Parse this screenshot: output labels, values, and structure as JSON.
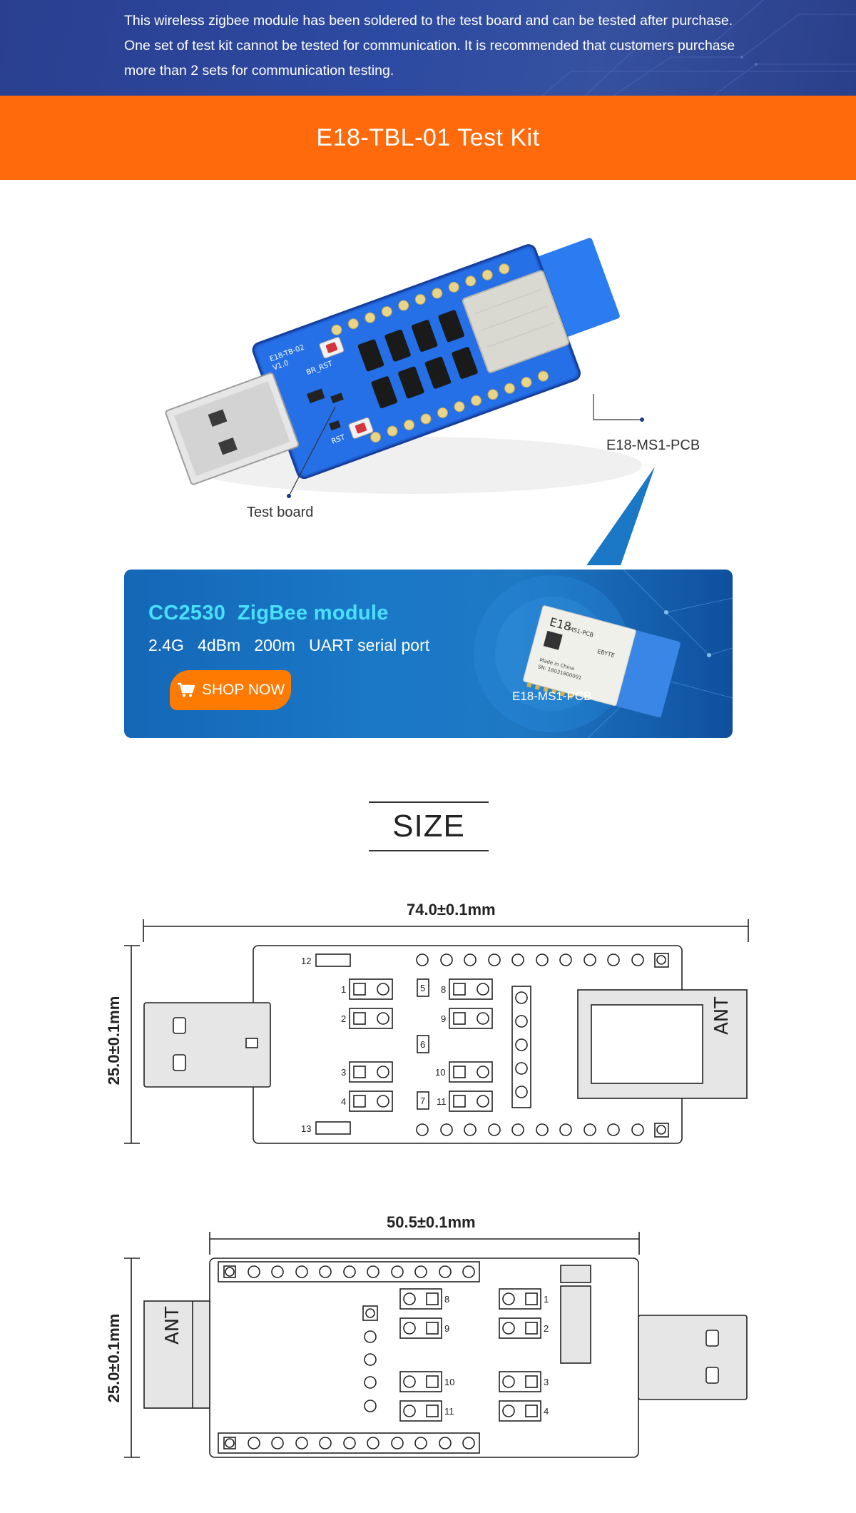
{
  "notice": {
    "text": "This wireless zigbee module has been soldered to the test board and can be tested after purchase. One set of test kit cannot be tested for communication. It is recommended that customers purchase more than 2 sets for communication testing."
  },
  "title_bar": {
    "title": "E18-TBL-01 Test Kit"
  },
  "product": {
    "callout_module": "E18-MS1-PCB",
    "callout_board": "Test board",
    "pcb_silk": {
      "board": "E18-TB-02",
      "version": "V1.0",
      "rst": "RST",
      "br_rst": "BR_RST"
    }
  },
  "banner": {
    "title": "CC2530  ZigBee module",
    "subtitle": "2.4G   4dBm   200m   UART serial port",
    "shop_label": "SHOP NOW",
    "module_label": "E18-MS1-PCB",
    "module_silk": {
      "model": "E18",
      "sub": "MS1-PCB",
      "brand": "EBYTE",
      "line1": "Made in China",
      "line2": "SN: 18031800001"
    }
  },
  "size_section": {
    "heading": "SIZE"
  },
  "drawing_top": {
    "width_label": "74.0±0.1mm",
    "height_label": "25.0±0.1mm",
    "ant_label": "ANT",
    "pins_left": [
      "1",
      "2",
      "3",
      "4"
    ],
    "pins_right": [
      "8",
      "9",
      "10",
      "11"
    ],
    "pins_center": [
      "5",
      "6",
      "7"
    ],
    "pins_side": [
      "12",
      "13"
    ]
  },
  "drawing_bottom": {
    "width_label": "50.5±0.1mm",
    "height_label": "25.0±0.1mm",
    "ant_label": "ANT",
    "pins_left": [
      "8",
      "9",
      "10",
      "11"
    ],
    "pins_right": [
      "1",
      "2",
      "3",
      "4"
    ]
  },
  "colors": {
    "notice_bg": "#2d4aa2",
    "orange": "#ff6b0c",
    "banner_bg": "#1a78c7",
    "banner_title": "#49e0ff",
    "pcb": "#1f63d8"
  }
}
